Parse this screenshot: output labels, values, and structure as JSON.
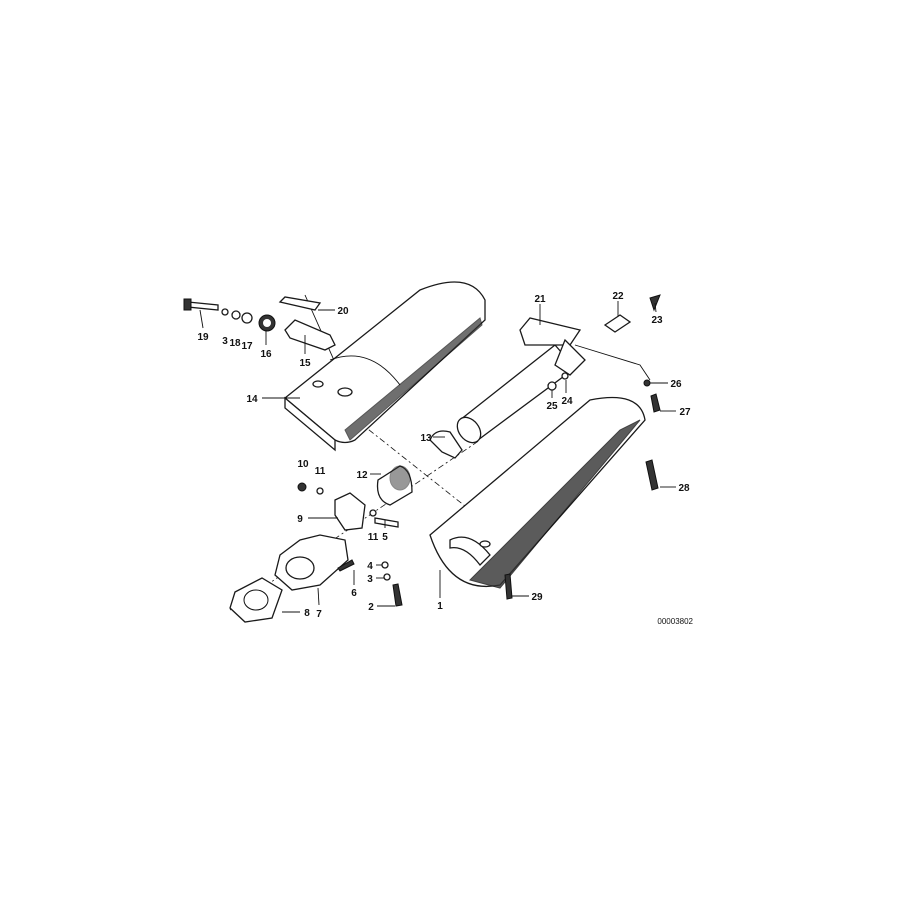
{
  "diagram": {
    "drawing_number": "00003802",
    "callouts": [
      "1",
      "2",
      "3",
      "3",
      "4",
      "5",
      "6",
      "7",
      "8",
      "9",
      "10",
      "11",
      "11",
      "12",
      "13",
      "14",
      "15",
      "16",
      "17",
      "18",
      "19",
      "20",
      "21",
      "22",
      "23",
      "24",
      "25",
      "26",
      "27",
      "28",
      "29"
    ]
  }
}
